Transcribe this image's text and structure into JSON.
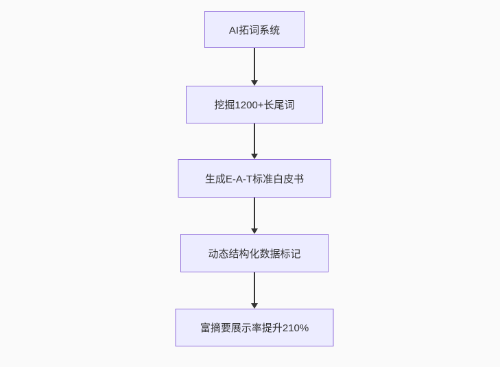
{
  "canvas": {
    "background_color": "#fafafa"
  },
  "flowchart": {
    "type": "flowchart",
    "direction": "top-down",
    "colors": {
      "node_fill": "#ECECFF",
      "node_border": "#9370DB",
      "arrow": "#333333",
      "text": "#333333"
    },
    "nodes": [
      {
        "id": "node-1",
        "label": "AI拓词系统"
      },
      {
        "id": "node-2",
        "label": "挖掘1200+长尾词"
      },
      {
        "id": "node-3",
        "label": "生成E-A-T标准白皮书"
      },
      {
        "id": "node-4",
        "label": "动态结构化数据标记"
      },
      {
        "id": "node-5",
        "label": "富摘要展示率提升210%"
      }
    ],
    "edges": [
      {
        "from": "node-1",
        "to": "node-2",
        "style": "solid-arrow"
      },
      {
        "from": "node-2",
        "to": "node-3",
        "style": "solid-arrow"
      },
      {
        "from": "node-3",
        "to": "node-4",
        "style": "solid-arrow"
      },
      {
        "from": "node-4",
        "to": "node-5",
        "style": "solid-arrow"
      }
    ]
  }
}
